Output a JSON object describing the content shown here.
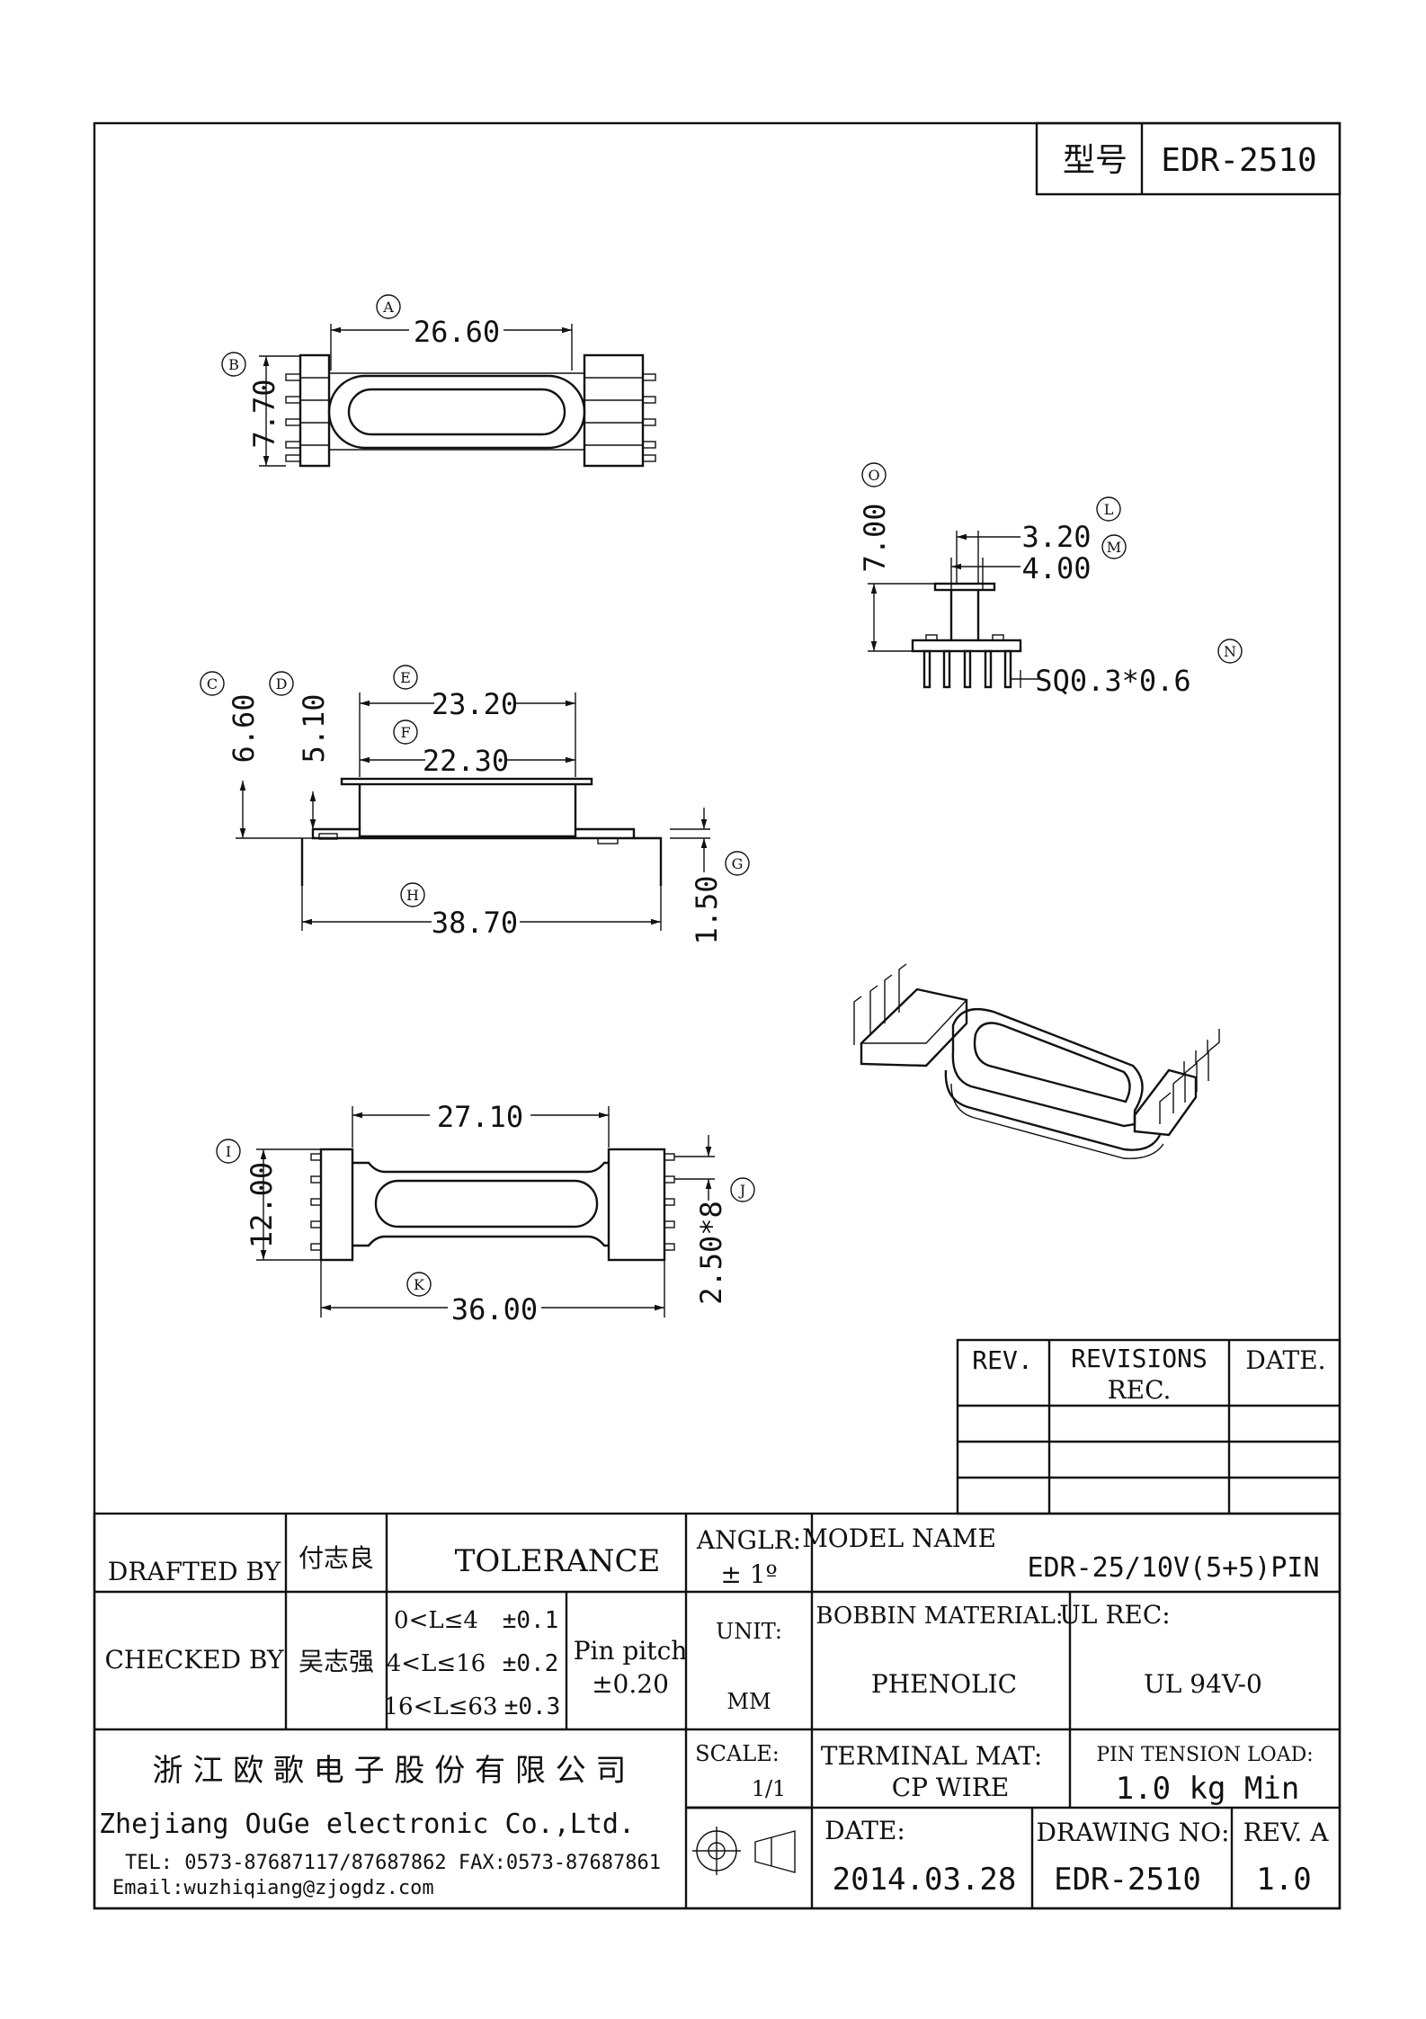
{
  "header": {
    "model_label": "型号",
    "model_value": "EDR-2510"
  },
  "top_view": {
    "A": {
      "letter": "A",
      "value": "26.60"
    },
    "B": {
      "letter": "B",
      "value": "7.70"
    }
  },
  "side_view": {
    "C": {
      "letter": "C",
      "value": "6.60"
    },
    "D": {
      "letter": "D",
      "value": "5.10"
    },
    "E": {
      "letter": "E",
      "value": "23.20"
    },
    "F": {
      "letter": "F",
      "value": "22.30"
    },
    "G": {
      "letter": "G",
      "value": "1.50"
    },
    "H": {
      "letter": "H",
      "value": "38.70"
    }
  },
  "bottom_view": {
    "I": {
      "letter": "I",
      "value": "12.00"
    },
    "J": {
      "letter": "J",
      "value": "2.50*8"
    },
    "K": {
      "letter": "K",
      "value": "36.00"
    },
    "top": {
      "value": "27.10"
    }
  },
  "end_view": {
    "L": {
      "letter": "L",
      "value": "3.20"
    },
    "M": {
      "letter": "M",
      "value": "4.00"
    },
    "N": {
      "letter": "N",
      "value": "SQ0.3*0.6"
    },
    "O": {
      "letter": "O",
      "value": "7.00"
    }
  },
  "revisions": {
    "col_rev": "REV.",
    "col_rev_line1": "REVISIONS",
    "col_rev_line2": "REC.",
    "col_date": "DATE."
  },
  "title_block": {
    "drafted_by_label": "DRAFTED BY",
    "drafted_by": "付志良",
    "checked_by_label": "CHECKED BY",
    "checked_by": "吴志强",
    "tolerance_label": "TOLERANCE",
    "tol_rows": [
      {
        "range": "0<L≤4",
        "tol": "±0.1"
      },
      {
        "range": "4<L≤16",
        "tol": "±0.2"
      },
      {
        "range": "16<L≤63",
        "tol": "±0.3"
      }
    ],
    "pin_pitch_label": "Pin pitch",
    "pin_pitch_value": "±0.20",
    "angle_label": "ANGLR:",
    "angle_value": "± 1º",
    "unit_label": "UNIT:",
    "unit_value": "MM",
    "scale_label": "SCALE:",
    "scale_value": "1/1",
    "model_name_label": "MODEL NAME",
    "model_name": "EDR-25/10V(5+5)PIN",
    "bobbin_material_label": "BOBBIN MATERIAL:",
    "bobbin_material": "PHENOLIC",
    "ul_rec_label": "UL REC:",
    "ul_rec": "UL 94V-0",
    "terminal_mat_label": "TERMINAL MAT:",
    "terminal_mat": "CP  WIRE",
    "pin_tension_label": "PIN  TENSION  LOAD:",
    "pin_tension": "1.0 kg Min",
    "date_label": "DATE:",
    "date": "2014.03.28",
    "drawing_no_label": "DRAWING NO:",
    "drawing_no": "EDR-2510",
    "rev_label": "REV. A",
    "rev": "1.0",
    "company_cn": "浙 江 欧 歌 电 子 股 份 有 限 公 司",
    "company_en": "Zhejiang OuGe electronic Co.,Ltd.",
    "tel_fax": "TEL: 0573-87687117/87687862  FAX:0573-87687861",
    "email": "Email:wuzhiqiang@zjogdz.com"
  }
}
